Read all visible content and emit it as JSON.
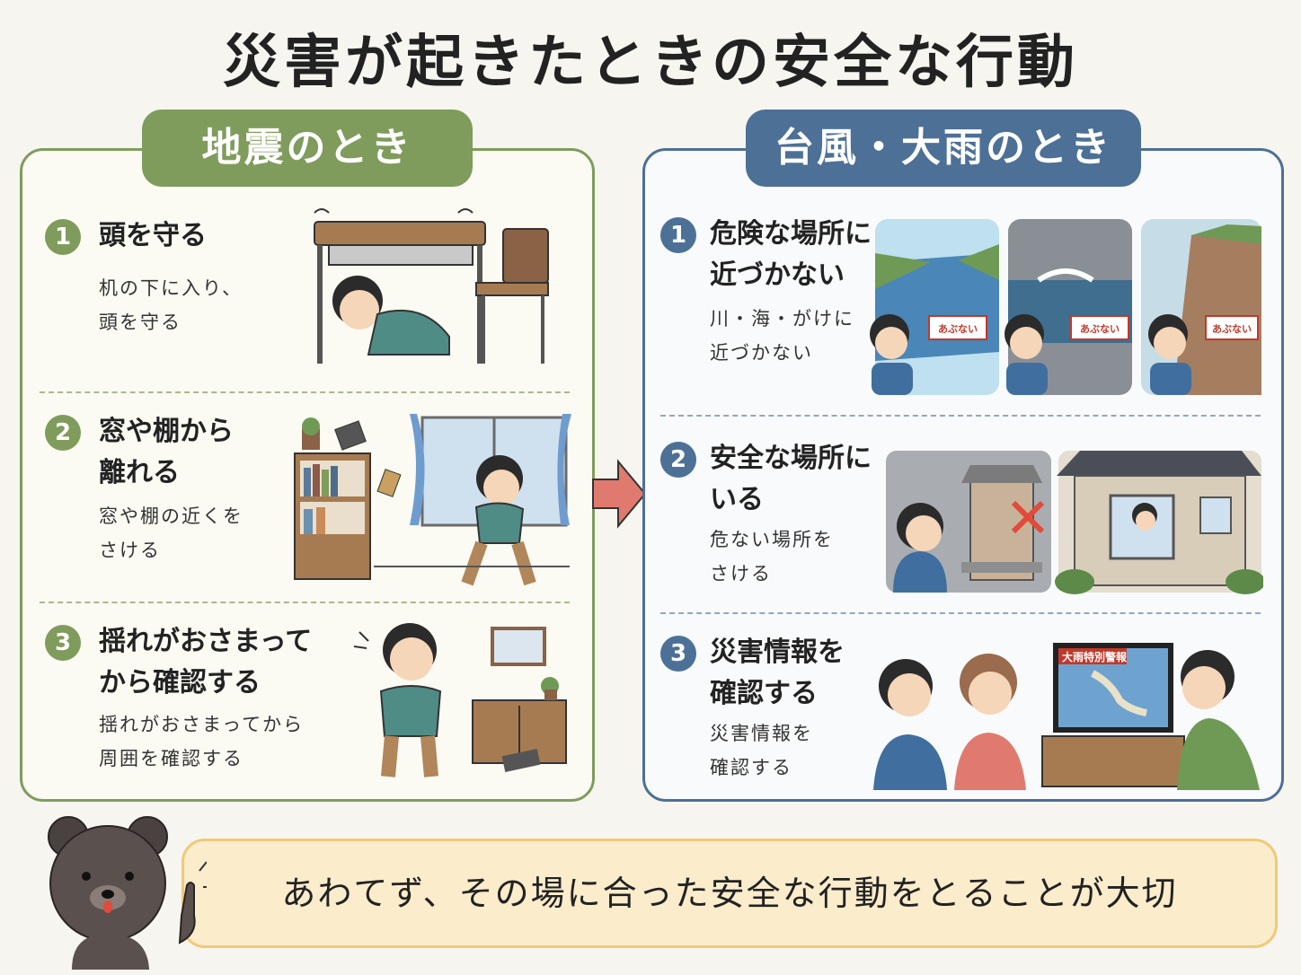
{
  "title": "災害が起きたときの安全な行動",
  "earthquake": {
    "tab": "地震のとき",
    "items": [
      {
        "num": "1",
        "head_lines": [
          "頭を守る"
        ],
        "desc_lines": [
          "机の下に入り、",
          "頭を守る"
        ]
      },
      {
        "num": "2",
        "head_lines": [
          "窓や棚から",
          "離れる"
        ],
        "desc_lines": [
          "窓や棚の近くを",
          "さける"
        ]
      },
      {
        "num": "3",
        "head_lines": [
          "揺れがおさまって",
          "から確認する"
        ],
        "desc_lines": [
          "揺れがおさまってから",
          "周囲を確認する"
        ]
      }
    ]
  },
  "storm": {
    "tab": "台風・大雨のとき",
    "items": [
      {
        "num": "1",
        "head_lines": [
          "危険な場所に",
          "近づかない"
        ],
        "desc_lines": [
          "川・海・がけに",
          "近づかない"
        ]
      },
      {
        "num": "2",
        "head_lines": [
          "安全な場所に",
          "いる"
        ],
        "desc_lines": [
          "危ない場所を",
          "さける"
        ]
      },
      {
        "num": "3",
        "head_lines": [
          "災害情報を",
          "確認する"
        ],
        "desc_lines": [
          "災害情報を",
          "確認する"
        ]
      }
    ],
    "sign_label": "あぶない",
    "tv_label": "大雨特別警報"
  },
  "bottom_message": "あわてず、その場に合った安全な行動をとることが大切",
  "colors": {
    "earthquake": "#7f9c5d",
    "storm": "#4d7096",
    "arrow": "#e07a6e",
    "message_bg": "#fbeccb"
  },
  "icons": [
    "desk-icon",
    "bookshelf-icon",
    "window-icon",
    "river-icon",
    "sea-icon",
    "cliff-icon",
    "house-icon",
    "tv-icon",
    "bear-icon",
    "arrow-right-icon"
  ]
}
